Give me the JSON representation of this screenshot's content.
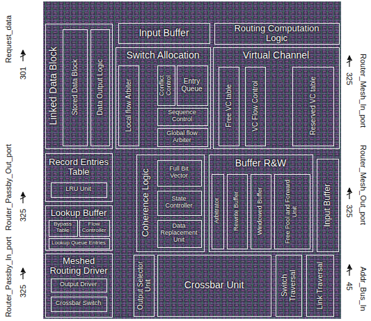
{
  "diagram": {
    "nodes": [
      {
        "text": [
          "Linked Data Block"
        ]
      },
      {
        "text": [
          "Stored Data Block"
        ],
        "in": 0
      },
      {
        "text": [
          "Data Output Logic"
        ],
        "in": 0
      },
      {
        "text": [
          "Input Buffer"
        ]
      },
      {
        "text": [
          "Routing Computation Logic"
        ]
      },
      {
        "text": [
          "Switch Allocation"
        ]
      },
      {
        "text": [
          "Local flow Arbiter"
        ],
        "in": 5
      },
      {
        "text": [
          "Conflict Control"
        ],
        "in": 5
      },
      {
        "text": [
          "Entry Queue"
        ],
        "in": 5
      },
      {
        "text": [
          "Sequence Control"
        ],
        "in": 5
      },
      {
        "text": [
          "Global flow Arbiter"
        ],
        "in": 5
      },
      {
        "text": [
          "Virtual Channel"
        ]
      },
      {
        "text": [
          "Free VC table"
        ],
        "in": 11
      },
      {
        "text": [
          "VC Flow Control"
        ],
        "in": 11
      },
      {
        "text": [
          "Reserved VC table"
        ],
        "in": 11
      },
      {
        "text": [
          "Record Entries Table"
        ]
      },
      {
        "text": [
          "LRU Unit"
        ],
        "in": 15
      },
      {
        "text": [
          "Lookup Buffer"
        ]
      },
      {
        "text": [
          "Bypass Table"
        ],
        "in": 17
      },
      {
        "text": [
          "Flow Controller"
        ],
        "in": 17
      },
      {
        "text": [
          "Lookup Queue Entries"
        ],
        "in": 17
      },
      {
        "text": [
          "Meshed Routing Driver"
        ]
      },
      {
        "text": [
          "Output Driver"
        ],
        "in": 21
      },
      {
        "text": [
          "Crossbar Switch"
        ],
        "in": 21
      },
      {
        "text": [
          "Coherence Logic"
        ]
      },
      {
        "text": [
          "Full Bit Vector"
        ],
        "in": 24
      },
      {
        "text": [
          "State Controller"
        ],
        "in": 24
      },
      {
        "text": [
          "Data Replacement Unit"
        ],
        "in": 24
      },
      {
        "text": [
          "Buffer R&W"
        ]
      },
      {
        "text": [
          "Arbitrator"
        ],
        "in": 28
      },
      {
        "text": [
          "Rewrite Buffer"
        ],
        "in": 28
      },
      {
        "text": [
          "Windowed Buffer"
        ],
        "in": 28
      },
      {
        "text": [
          "Free Pool and Forward Unit"
        ],
        "in": 28
      },
      {
        "text": [
          "Input Buffer"
        ]
      },
      {
        "text": [
          "Output Selector Unit"
        ]
      },
      {
        "text": [
          "Crossbar Unit"
        ]
      },
      {
        "text": [
          "Switch Traversal"
        ]
      },
      {
        "text": [
          "Link Traversal"
        ]
      }
    ],
    "labels": [
      "Request_data",
      "301",
      "Router_Passby_Out_port",
      "325",
      "Router_Passby_In_port",
      "325",
      "Router_Mesh_In_port",
      "325",
      "Router_Mesh_Out_port",
      "325",
      "Addr_Bus_In",
      "45"
    ]
  }
}
